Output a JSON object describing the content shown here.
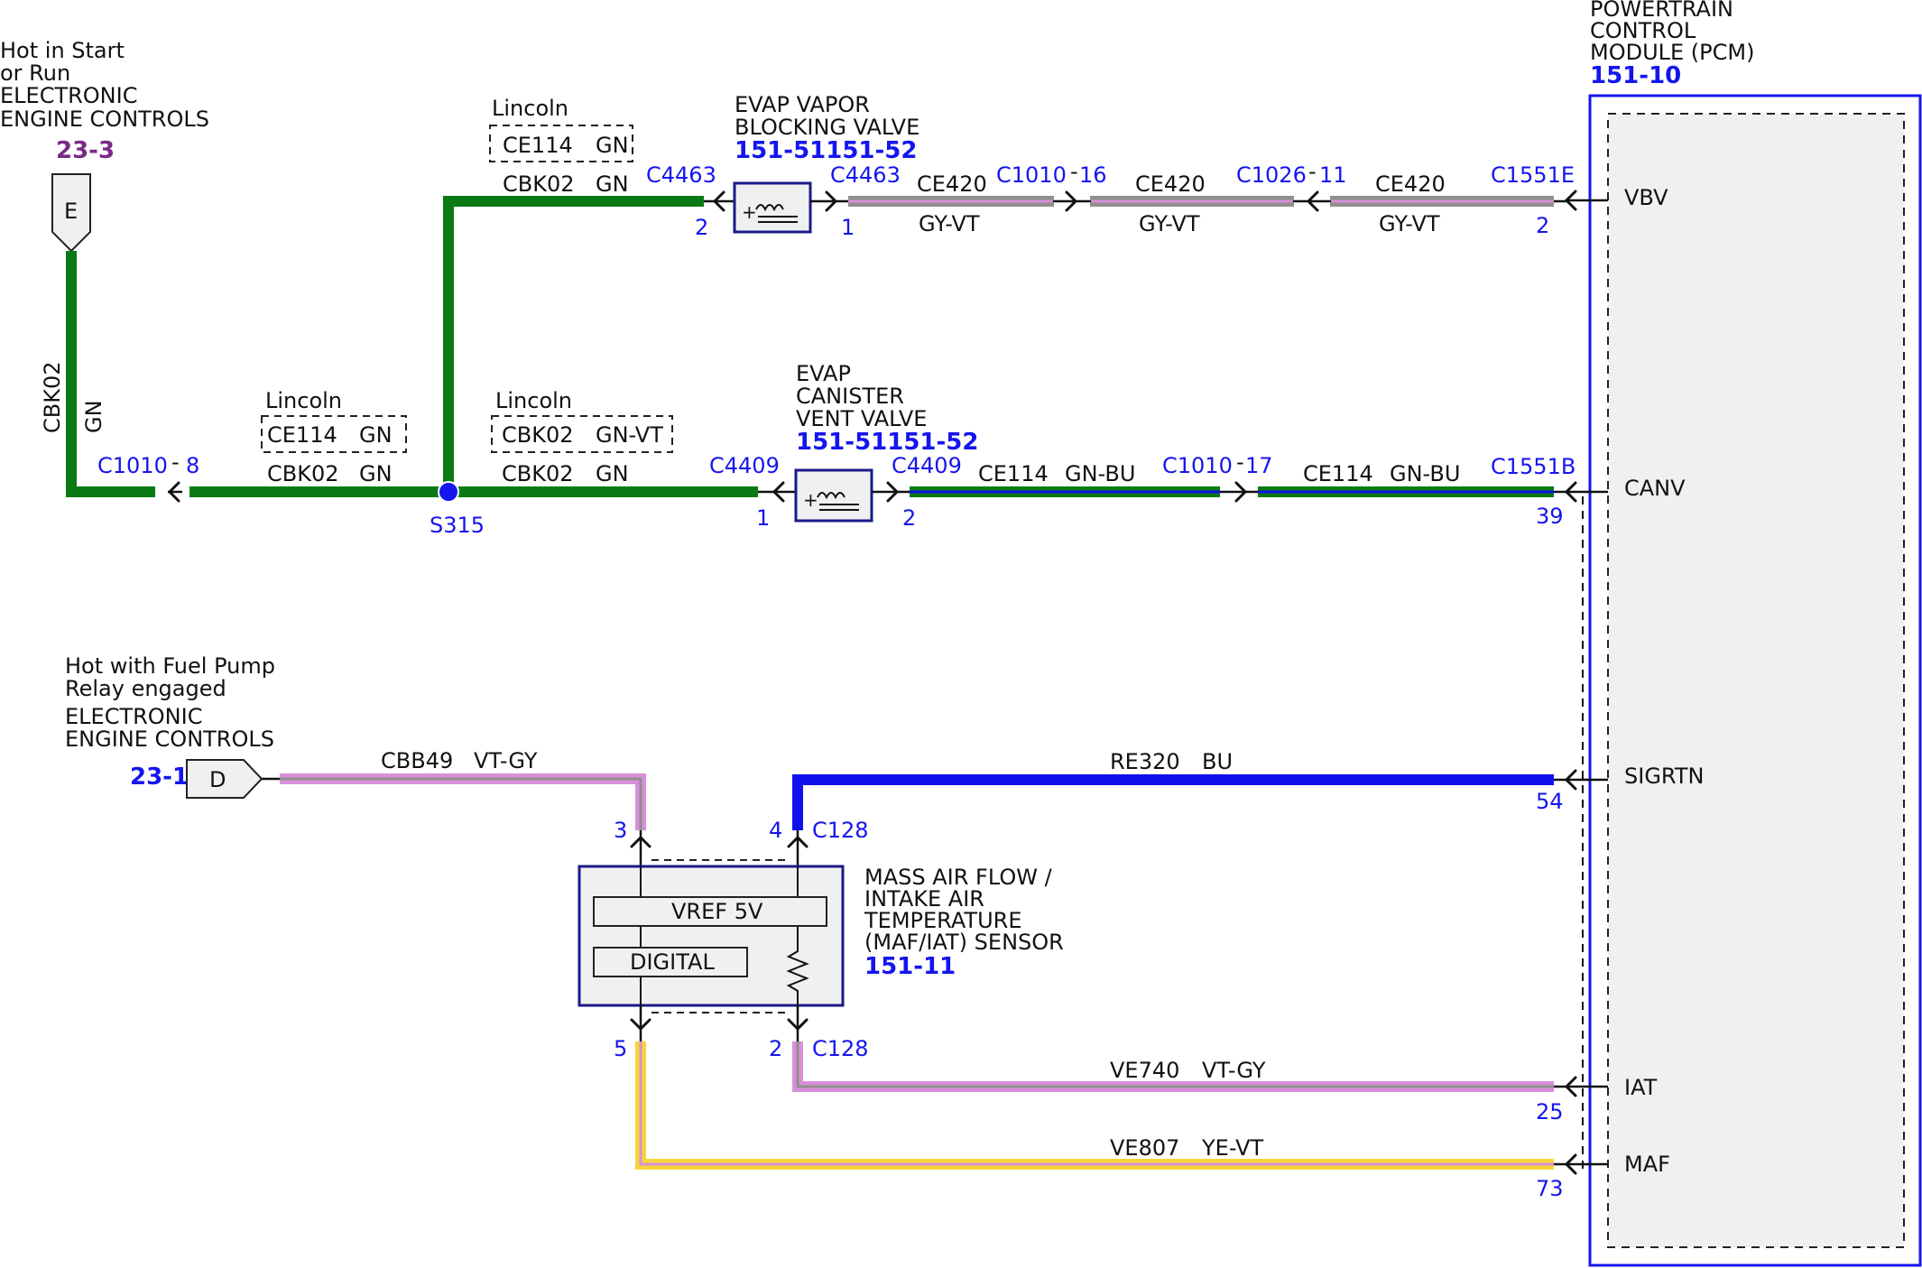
{
  "colors": {
    "green": "#0a7a14",
    "blue_wire": "#1010ee",
    "gray": "#8f8f8f",
    "violet": "#d98fd9",
    "yellow": "#f6d53a",
    "blue_text": "#1515ee",
    "purple_text": "#7a2a86",
    "module_fill": "#f0f0f0"
  },
  "pcm": {
    "title_lines": [
      "POWERTRAIN",
      "CONTROL",
      "MODULE (PCM)"
    ],
    "ref": "151-10",
    "pins": [
      {
        "label": "VBV",
        "connector": "C1551E",
        "pin": "2"
      },
      {
        "label": "CANV",
        "connector": "C1551B",
        "pin": "39"
      },
      {
        "label": "SIGRTN",
        "pin": "54"
      },
      {
        "label": "IAT",
        "pin": "25"
      },
      {
        "label": "MAF",
        "pin": "73"
      }
    ]
  },
  "power_source_1": {
    "lines": [
      "Hot in Start",
      "or Run",
      "ELECTRONIC",
      "ENGINE CONTROLS"
    ],
    "ref": "23-3",
    "tag": "E",
    "wire_circuit": "CBK02",
    "wire_color": "GN"
  },
  "power_source_2": {
    "lines": [
      "Hot with Fuel Pump",
      "Relay engaged",
      "ELECTRONIC",
      "ENGINE CONTROLS"
    ],
    "ref": "23-1",
    "tag": "D",
    "wire_circuit": "CBB49",
    "wire_color": "VT-GY"
  },
  "evap_blocking_valve": {
    "lines": [
      "EVAP VAPOR",
      "BLOCKING VALVE"
    ],
    "ref": "151-51151-52",
    "connector": "C4463",
    "pin_in": "2",
    "pin_out": "1"
  },
  "evap_canister_vent_valve": {
    "lines": [
      "EVAP",
      "CANISTER",
      "VENT VALVE"
    ],
    "ref": "151-51151-52",
    "connector": "C4409",
    "pin_in": "1",
    "pin_out": "2"
  },
  "maf_sensor": {
    "lines": [
      "MASS AIR FLOW /",
      "INTAKE AIR",
      "TEMPERATURE",
      "(MAF/IAT) SENSOR"
    ],
    "ref": "151-11",
    "vref": "VREF 5V",
    "digital": "DIGITAL",
    "connector": "C128",
    "pins": [
      "3",
      "4",
      "5",
      "2"
    ]
  },
  "splice": {
    "label": "S315"
  },
  "lincoln_note": "Lincoln",
  "top_wire": {
    "lincoln_circuit": "CE114",
    "lincoln_color": "GN",
    "circuit": "CBK02",
    "color": "GN",
    "segments": [
      {
        "circuit": "CE420",
        "color": "GY-VT"
      },
      {
        "circuit": "CE420",
        "color": "GY-VT"
      },
      {
        "circuit": "CE420",
        "color": "GY-VT"
      }
    ],
    "inline_1": {
      "connector": "C1010",
      "pin": "16"
    },
    "inline_2": {
      "connector": "C1026",
      "pin": "11"
    }
  },
  "mid_wire": {
    "left_connector": "C1010",
    "left_pin": "8",
    "left_lincoln_circuit": "CE114",
    "left_lincoln_color": "GN",
    "left_circuit": "CBK02",
    "left_color": "GN",
    "right_lincoln_circuit": "CBK02",
    "right_lincoln_color": "GN-VT",
    "right_circuit": "CBK02",
    "right_color": "GN",
    "segments": [
      {
        "circuit": "CE114",
        "color": "GN-BU"
      },
      {
        "circuit": "CE114",
        "color": "GN-BU"
      }
    ],
    "inline": {
      "connector": "C1010",
      "pin": "17"
    }
  },
  "sigrtn_wire": {
    "circuit": "RE320",
    "color": "BU"
  },
  "iat_wire": {
    "circuit": "VE740",
    "color": "VT-GY"
  },
  "maf_wire": {
    "circuit": "VE807",
    "color": "YE-VT"
  }
}
